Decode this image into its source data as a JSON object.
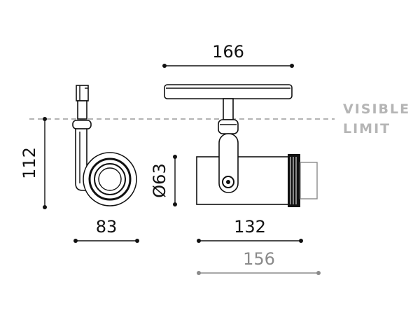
{
  "dimensions": {
    "top_width": "166",
    "height": "112",
    "side_width": "83",
    "diameter": "Ø63",
    "body_length": "132",
    "total_length": "156"
  },
  "visible_limit": {
    "line1": "VISIBLE",
    "line2": "LIMIT"
  },
  "colors": {
    "line": "#111111",
    "secondary_dimension": "#8a8a8a",
    "visible_limit": "#b5b5b5"
  }
}
